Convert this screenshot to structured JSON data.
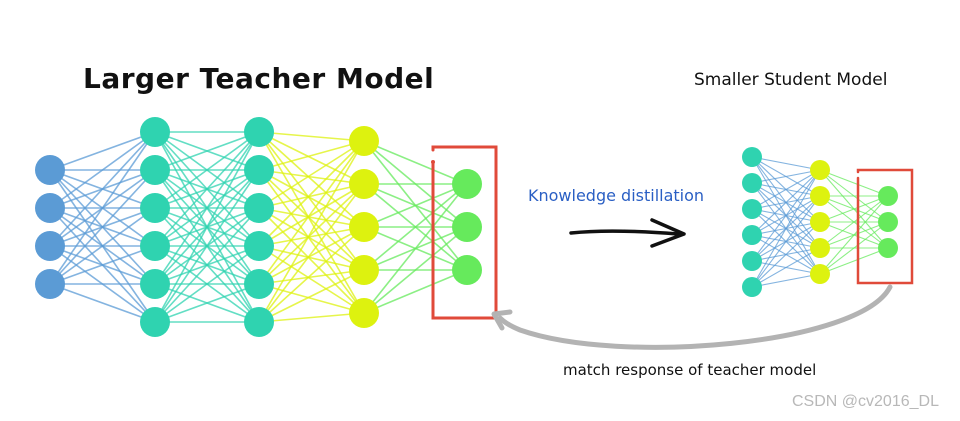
{
  "labels": {
    "teacher_title": "Larger Teacher Model",
    "student_title": "Smaller Student Model",
    "distillation": "Knowledge distillation",
    "match_response": "match response of teacher model",
    "watermark": "CSDN @cv2016_DL"
  },
  "colors": {
    "input_nodes": "#5b9bd5",
    "teal_nodes": "#2fd3b0",
    "yellow_nodes": "#ddf20f",
    "output_nodes": "#66ea5c",
    "bracket": "#e04a3a",
    "arrow": "#111111",
    "return_arrow": "#b3b3b3"
  },
  "teacher_network": {
    "layers": [
      {
        "nodes": 4,
        "color": "input"
      },
      {
        "nodes": 6,
        "color": "teal"
      },
      {
        "nodes": 6,
        "color": "teal"
      },
      {
        "nodes": 5,
        "color": "yellow"
      },
      {
        "nodes": 3,
        "color": "output"
      }
    ]
  },
  "student_network": {
    "layers": [
      {
        "nodes": 6,
        "color": "teal"
      },
      {
        "nodes": 5,
        "color": "yellow"
      },
      {
        "nodes": 3,
        "color": "output"
      }
    ]
  }
}
